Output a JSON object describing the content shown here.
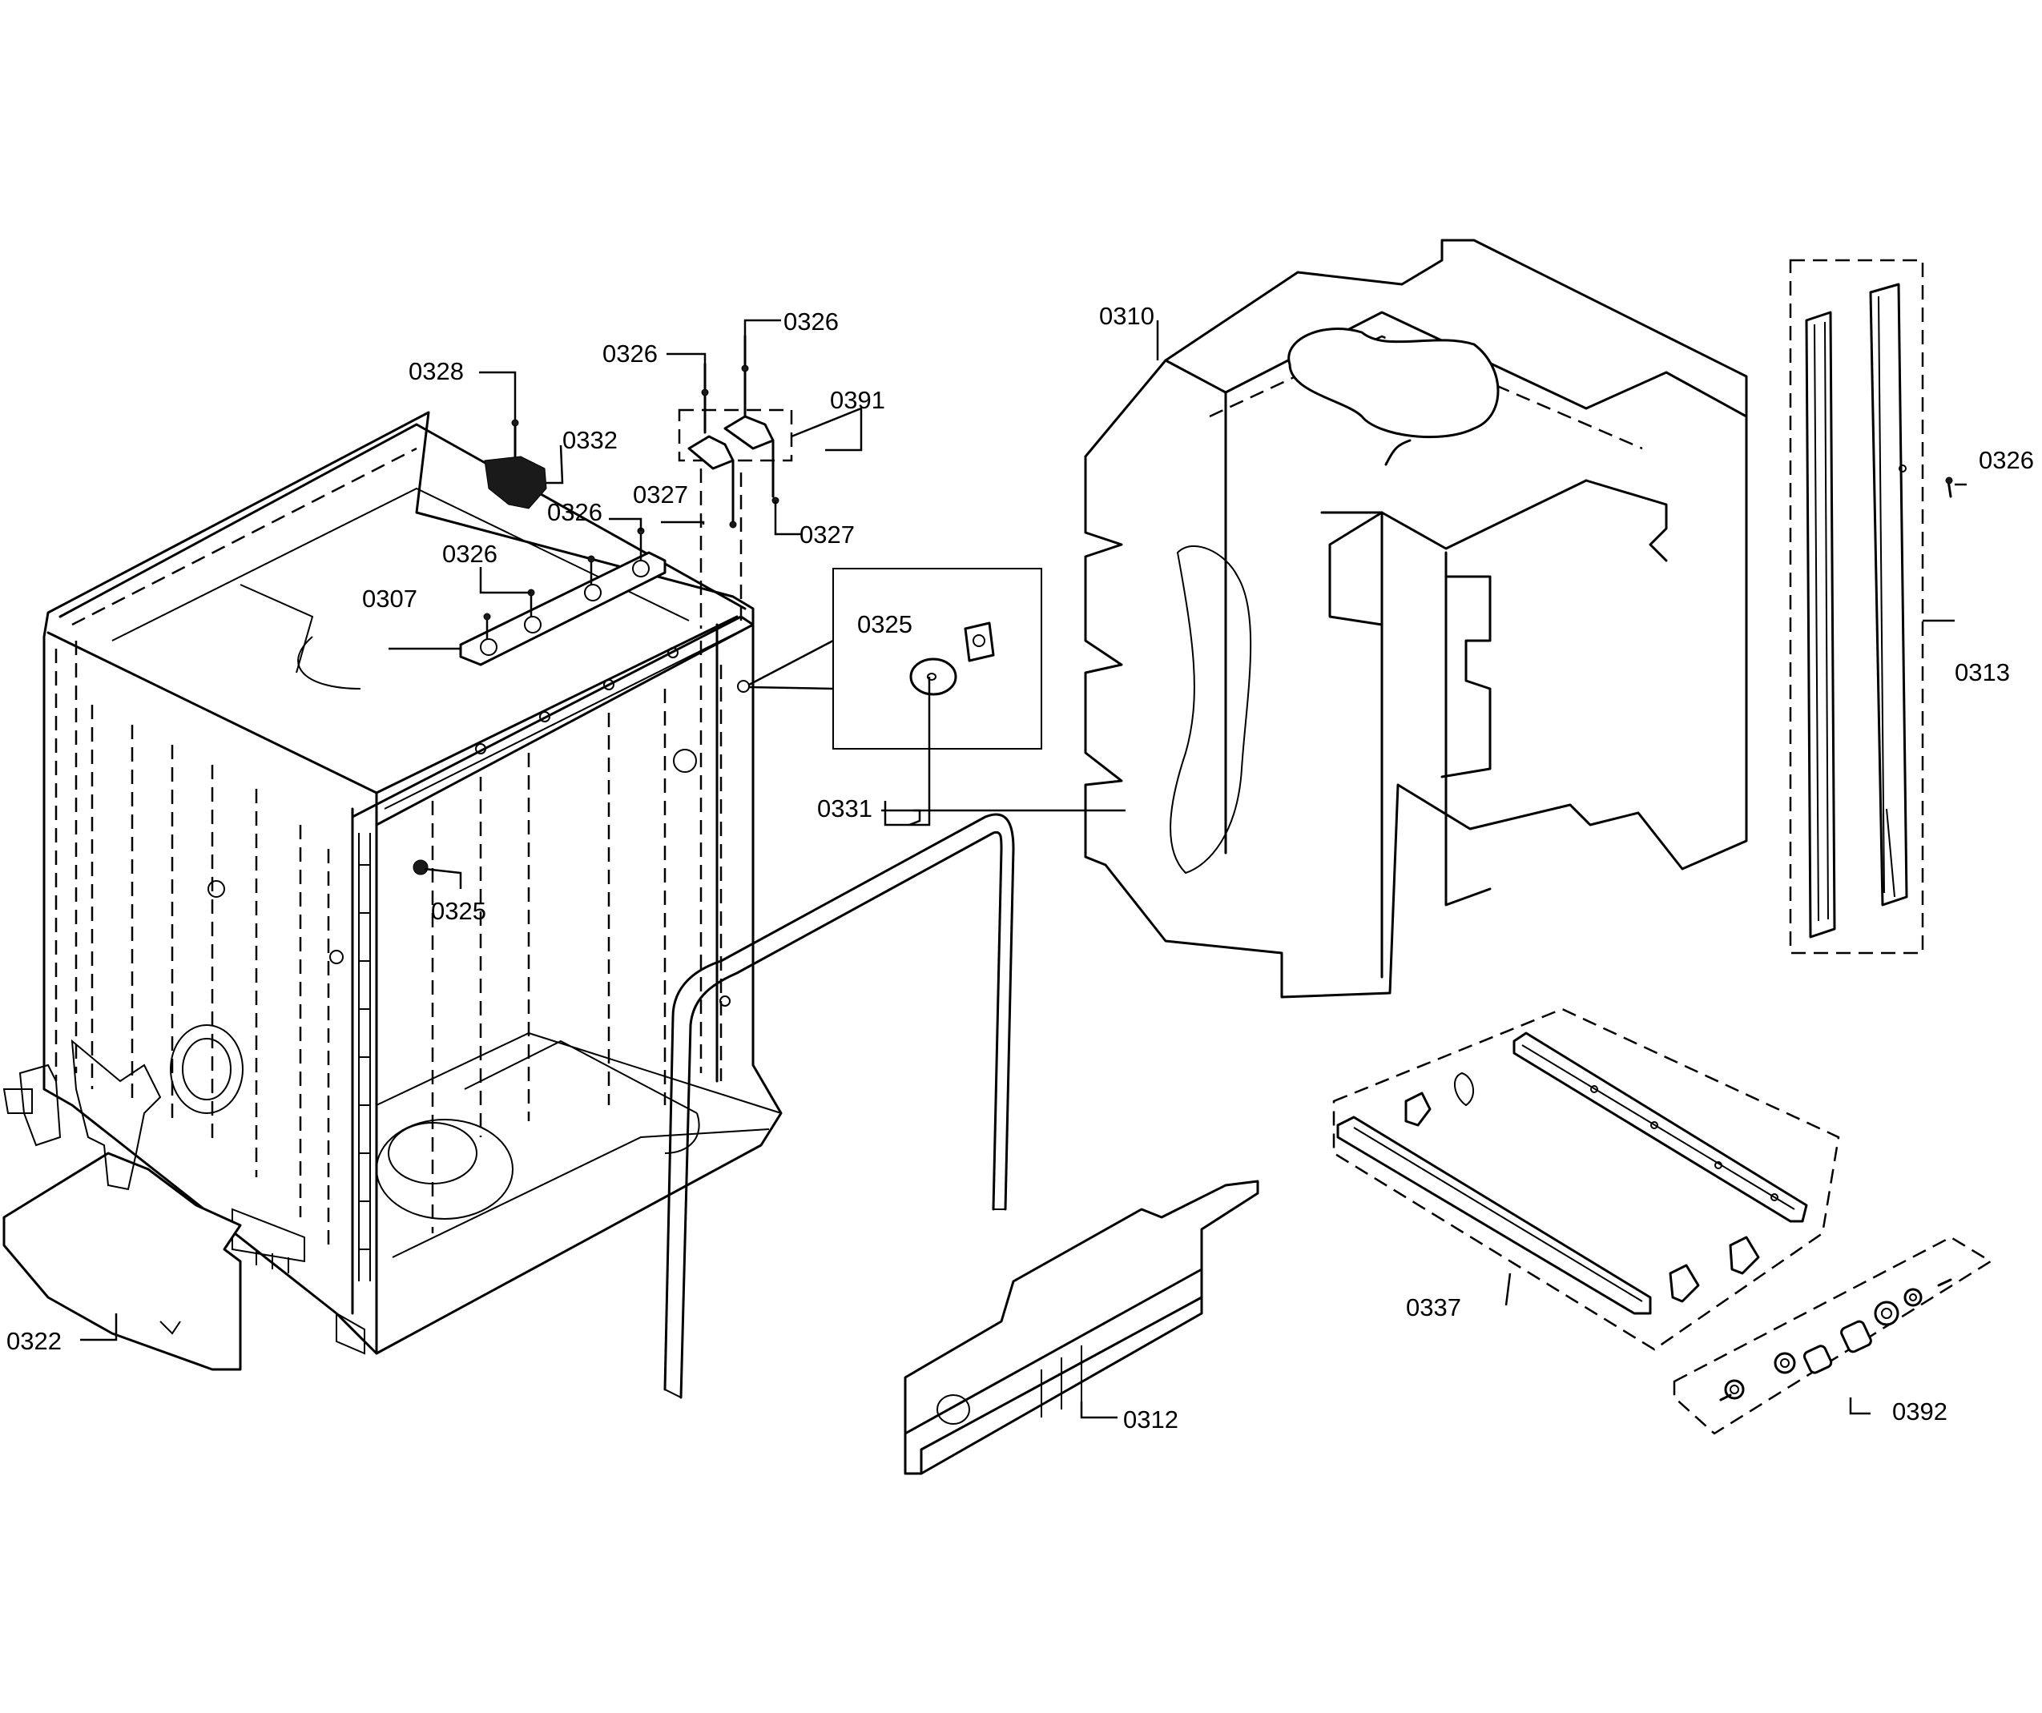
{
  "callouts": {
    "c0328": "0328",
    "c0332": "0332",
    "c0326_a": "0326",
    "c0326_b": "0326",
    "c0326_c": "0326",
    "c0326_d": "0326",
    "c0326_e": "0326",
    "c0391": "0391",
    "c0327_a": "0327",
    "c0327_b": "0327",
    "c0307": "0307",
    "c0325_a": "0325",
    "c0325_b": "0325",
    "c0331": "0331",
    "c0322": "0322",
    "c0310": "0310",
    "c0313": "0313",
    "c0337": "0337",
    "c0312": "0312",
    "c0392": "0392"
  }
}
